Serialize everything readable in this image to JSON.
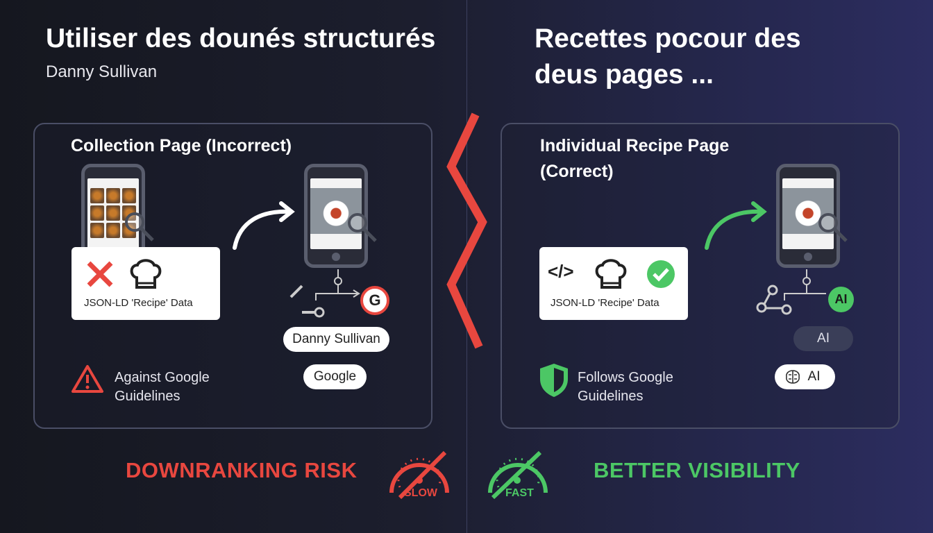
{
  "left": {
    "title": "Utiliser des dounés structurés",
    "author": "Danny Sullivan",
    "card_title": "Collection Page (Incorrect)",
    "data_label": "JSON-LD 'Recipe' Data",
    "pill_name": "Danny Sullivan",
    "pill_google": "Google",
    "guideline": "Against Google Guidelines",
    "badge_letter": "G",
    "outcome": "DOWNRANKING RISK",
    "gauge_label": "SLOW"
  },
  "right": {
    "title": "Recettes pocour des deus pages ...",
    "card_title": "Individual Recipe Page (Correct)",
    "data_label": "JSON-LD 'Recipe' Data",
    "code_symbol": "</>",
    "badge_ai": "AI",
    "pill_ai": "AI",
    "pill_ai_brain": "AI",
    "guideline": "Follows Google Guidelines",
    "outcome": "BETTER VISIBILITY",
    "gauge_label": "FAST"
  },
  "colors": {
    "red": "#e8473f",
    "green": "#4cc765",
    "bg_left": "#15171f",
    "bg_right": "#2c2d60"
  }
}
